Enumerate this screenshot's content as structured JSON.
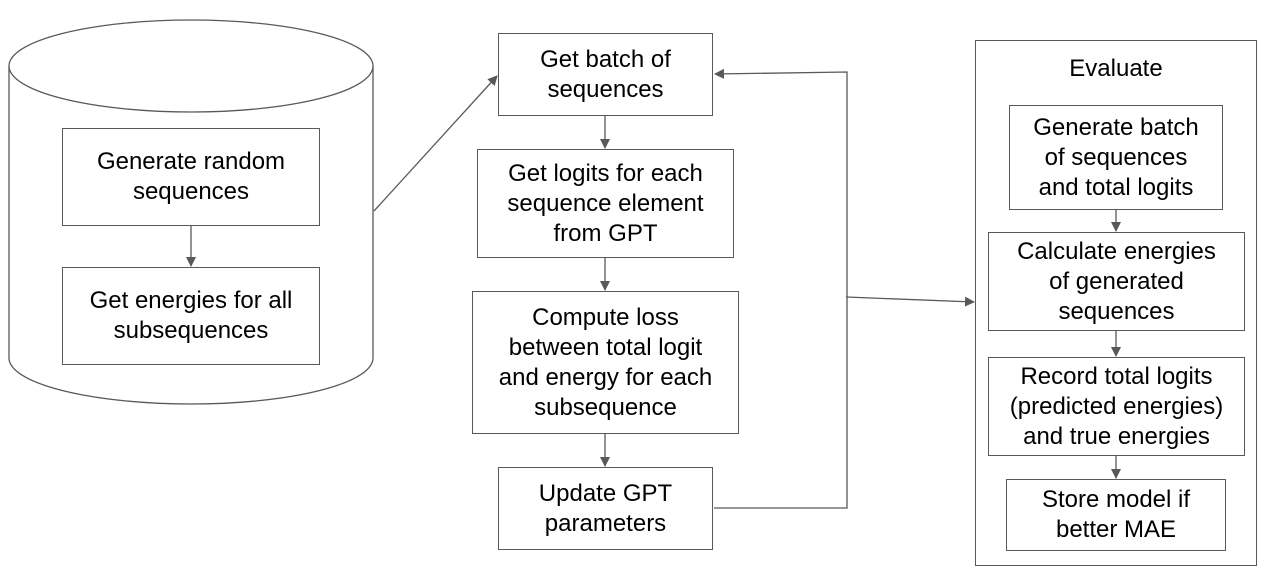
{
  "storage": {
    "generate_label": "Generate random\nsequences",
    "energies_label": "Get energies for all\nsubsequences"
  },
  "training": {
    "batch_label": "Get batch of\nsequences",
    "logits_label": "Get logits for each\nsequence element\nfrom GPT",
    "loss_label": "Compute loss\nbetween total logit\nand energy for each\nsubsequence",
    "update_label": "Update GPT\nparameters"
  },
  "evaluate": {
    "title": "Evaluate",
    "generate_label": "Generate batch\nof sequences\nand total logits",
    "calculate_label": "Calculate energies\nof generated\nsequences",
    "record_label": "Record total logits\n(predicted energies)\nand true energies",
    "store_label": "Store model if\nbetter MAE"
  },
  "colors": {
    "stroke": "#595959",
    "text": "#000000",
    "background": "#ffffff"
  }
}
